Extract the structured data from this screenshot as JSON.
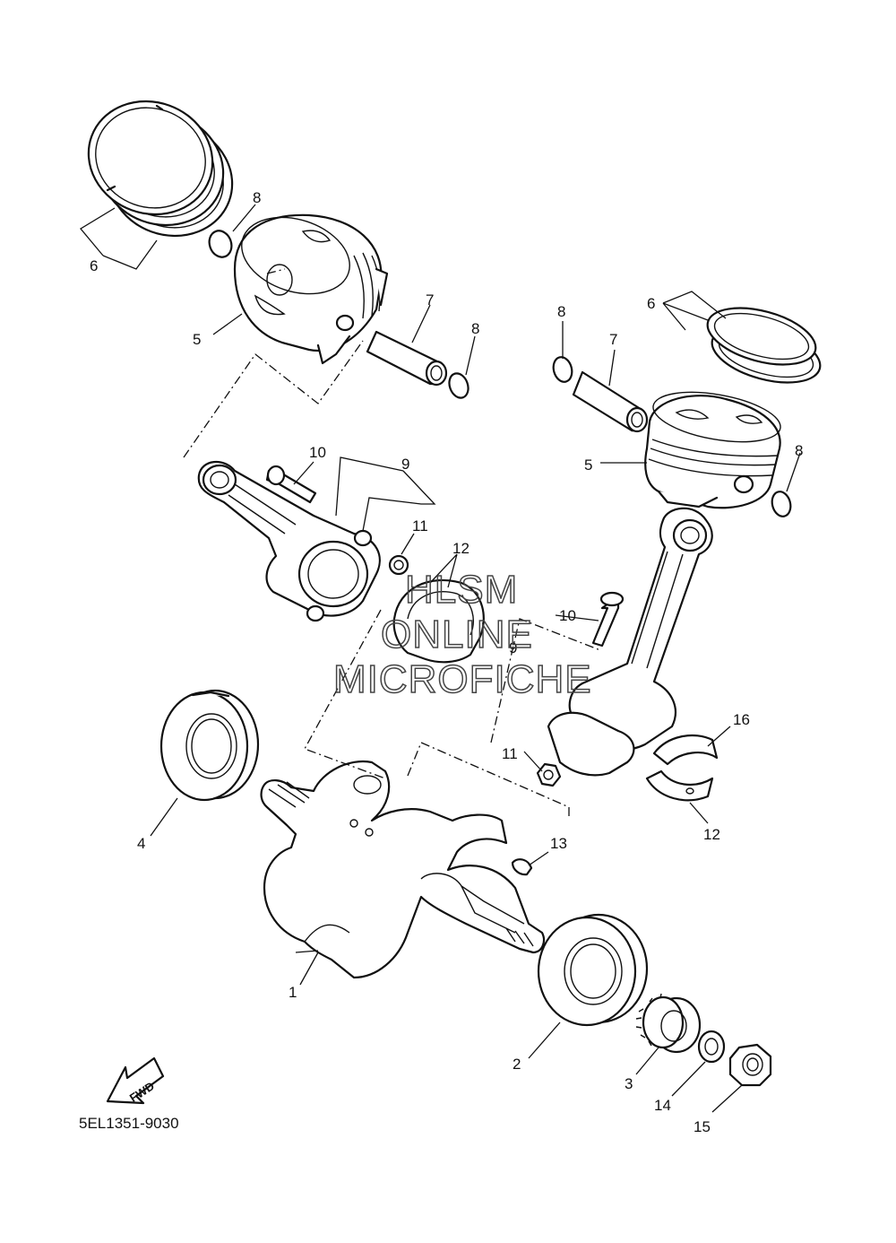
{
  "diagram": {
    "part_code": "5EL1351-9030",
    "fwd_label": "FWD",
    "watermark": [
      "HLSM",
      "ONLINE",
      "MICROFICHE"
    ],
    "callouts": [
      {
        "id": "c1",
        "text": "1"
      },
      {
        "id": "c2",
        "text": "2"
      },
      {
        "id": "c3",
        "text": "3"
      },
      {
        "id": "c4",
        "text": "4"
      },
      {
        "id": "c5a",
        "text": "5"
      },
      {
        "id": "c5b",
        "text": "5"
      },
      {
        "id": "c6a",
        "text": "6"
      },
      {
        "id": "c6b",
        "text": "6"
      },
      {
        "id": "c7a",
        "text": "7"
      },
      {
        "id": "c7b",
        "text": "7"
      },
      {
        "id": "c8a",
        "text": "8"
      },
      {
        "id": "c8b",
        "text": "8"
      },
      {
        "id": "c8c",
        "text": "8"
      },
      {
        "id": "c8d",
        "text": "8"
      },
      {
        "id": "c9a",
        "text": "9"
      },
      {
        "id": "c9b",
        "text": "9"
      },
      {
        "id": "c10a",
        "text": "10"
      },
      {
        "id": "c10b",
        "text": "10"
      },
      {
        "id": "c11a",
        "text": "11"
      },
      {
        "id": "c11b",
        "text": "11"
      },
      {
        "id": "c12a",
        "text": "12"
      },
      {
        "id": "c12b",
        "text": "12"
      },
      {
        "id": "c13",
        "text": "13"
      },
      {
        "id": "c14",
        "text": "14"
      },
      {
        "id": "c15",
        "text": "15"
      },
      {
        "id": "c16",
        "text": "16"
      }
    ]
  }
}
